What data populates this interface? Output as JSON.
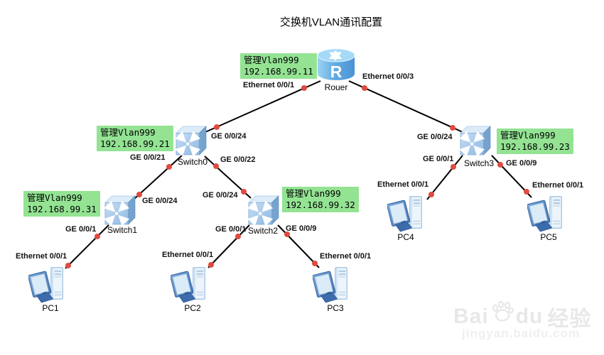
{
  "title": "交换机VLAN通讯配置",
  "icons": {
    "router_letter": "R"
  },
  "colors": {
    "mgmt_label_bg": "#93E393",
    "link": "#000000",
    "endpoint_dot": "#E04A3F",
    "device_primary": "#6FA6DB",
    "watermark": "#E8E8E8"
  },
  "devices": [
    {
      "id": "rouer",
      "type": "router",
      "label": "Rouer",
      "mgmt_line1": "管理Vlan999",
      "mgmt_line2": "192.168.99.11"
    },
    {
      "id": "switch0",
      "type": "switch",
      "label": "Switch0",
      "mgmt_line1": "管理Vlan999",
      "mgmt_line2": "192.168.99.21"
    },
    {
      "id": "switch3",
      "type": "switch",
      "label": "Switch3",
      "mgmt_line1": "管理Vlan999",
      "mgmt_line2": "192.168.99.23"
    },
    {
      "id": "switch1",
      "type": "switch",
      "label": "Switch1",
      "mgmt_line1": "管理Vlan999",
      "mgmt_line2": "192.168.99.31"
    },
    {
      "id": "switch2",
      "type": "switch",
      "label": "Switch2",
      "mgmt_line1": "管理Vlan999",
      "mgmt_line2": "192.168.99.32"
    },
    {
      "id": "pc1",
      "type": "pc",
      "label": "PC1"
    },
    {
      "id": "pc2",
      "type": "pc",
      "label": "PC2"
    },
    {
      "id": "pc3",
      "type": "pc",
      "label": "PC3"
    },
    {
      "id": "pc4",
      "type": "pc",
      "label": "PC4"
    },
    {
      "id": "pc5",
      "type": "pc",
      "label": "PC5"
    }
  ],
  "links": [
    {
      "from": "Rouer",
      "from_port": "Ethernet 0/0/1",
      "to": "Switch0",
      "to_port": "GE 0/0/24"
    },
    {
      "from": "Rouer",
      "from_port": "Ethernet 0/0/3",
      "to": "Switch3",
      "to_port": "GE 0/0/24"
    },
    {
      "from": "Switch0",
      "from_port": "GE 0/0/21",
      "to": "Switch1",
      "to_port": "GE 0/0/24"
    },
    {
      "from": "Switch0",
      "from_port": "GE 0/0/22",
      "to": "Switch2",
      "to_port": "GE 0/0/24"
    },
    {
      "from": "Switch1",
      "from_port": "GE 0/0/1",
      "to": "PC1",
      "to_port": "Ethernet 0/0/1"
    },
    {
      "from": "Switch2",
      "from_port": "GE 0/0/1",
      "to": "PC2",
      "to_port": "Ethernet 0/0/1"
    },
    {
      "from": "Switch2",
      "from_port": "GE 0/0/9",
      "to": "PC3",
      "to_port": "Ethernet 0/0/1"
    },
    {
      "from": "Switch3",
      "from_port": "GE 0/0/1",
      "to": "PC4",
      "to_port": "Ethernet 0/0/1"
    },
    {
      "from": "Switch3",
      "from_port": "GE 0/0/9",
      "to": "PC5",
      "to_port": "Ethernet 0/0/1"
    }
  ],
  "watermark": {
    "brand_left": "Bai",
    "brand_right": "du",
    "brand_suffix": "经验",
    "url": "jingyan.baidu.com"
  }
}
